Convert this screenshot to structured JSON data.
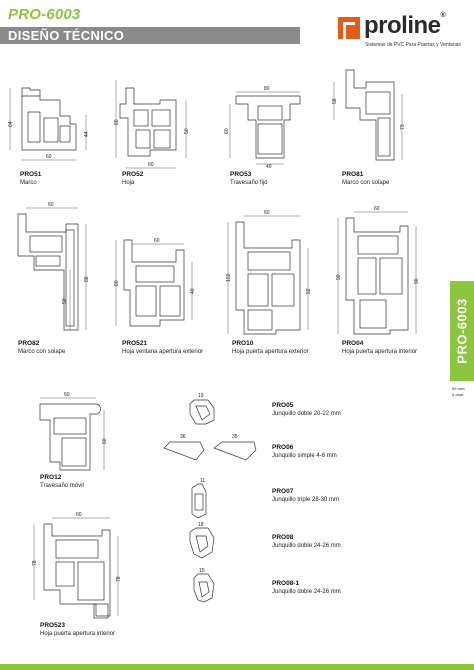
{
  "header": {
    "series": "PRO-6003",
    "section_title": "DISEÑO TÉCNICO",
    "brand": "proline",
    "brand_mark": "®",
    "tagline": "Sistemas de PVC Para Puertas y Ventanas"
  },
  "side": {
    "series": "PRO-6003",
    "note_line1": "60 mm",
    "note_line2": "3 cám."
  },
  "profiles": [
    {
      "code": "PRO51",
      "name": "Marco",
      "dims": [
        "64",
        "44",
        "60"
      ]
    },
    {
      "code": "PRO52",
      "name": "Hoja",
      "dims": [
        "80",
        "50",
        "60"
      ]
    },
    {
      "code": "PRO53",
      "name": "Travesaño fijo",
      "dims": [
        "80",
        "60",
        "40"
      ]
    },
    {
      "code": "PRO81",
      "name": "Marco con solape",
      "dims": [
        "58",
        "73"
      ]
    },
    {
      "code": "PRO82",
      "name": "Marco con solape",
      "dims": [
        "60",
        "50",
        "88"
      ]
    },
    {
      "code": "PRO521",
      "name": "Hoja ventana apertura exterior",
      "dims": [
        "80",
        "60",
        "40"
      ]
    },
    {
      "code": "PRO10",
      "name": "Hoja puerta apertura exterior",
      "dims": [
        "60",
        "102",
        "82"
      ]
    },
    {
      "code": "PRO04",
      "name": "Hoja puerta apertura interior",
      "dims": [
        "60",
        "90",
        "90"
      ]
    },
    {
      "code": "PRO12",
      "name": "Travesaño móvil",
      "dims": [
        "60",
        "60"
      ]
    },
    {
      "code": "PRO523",
      "name": "Hoja puerta apertura interior",
      "dims": [
        "60",
        "78",
        "78"
      ]
    }
  ],
  "beads": [
    {
      "code": "PRO05",
      "name": "Junquillo doble  20-22 mm",
      "dims": [
        "19"
      ]
    },
    {
      "code": "PRO06",
      "name": "Junquillo simple  4-6 mm",
      "dims": [
        "36",
        "35"
      ]
    },
    {
      "code": "PRO07",
      "name": "Junquillo triple  28-30 mm",
      "dims": [
        "11"
      ]
    },
    {
      "code": "PRO08",
      "name": "Junquillo doble 24-26 mm",
      "dims": [
        "18"
      ]
    },
    {
      "code": "PRO08-1",
      "name": "Junquillo doble 24-26 mm",
      "dims": [
        "15"
      ]
    }
  ],
  "colors": {
    "accent": "#8cc63f",
    "header_bar": "#8a8a8a",
    "logo": "#e65b16"
  }
}
